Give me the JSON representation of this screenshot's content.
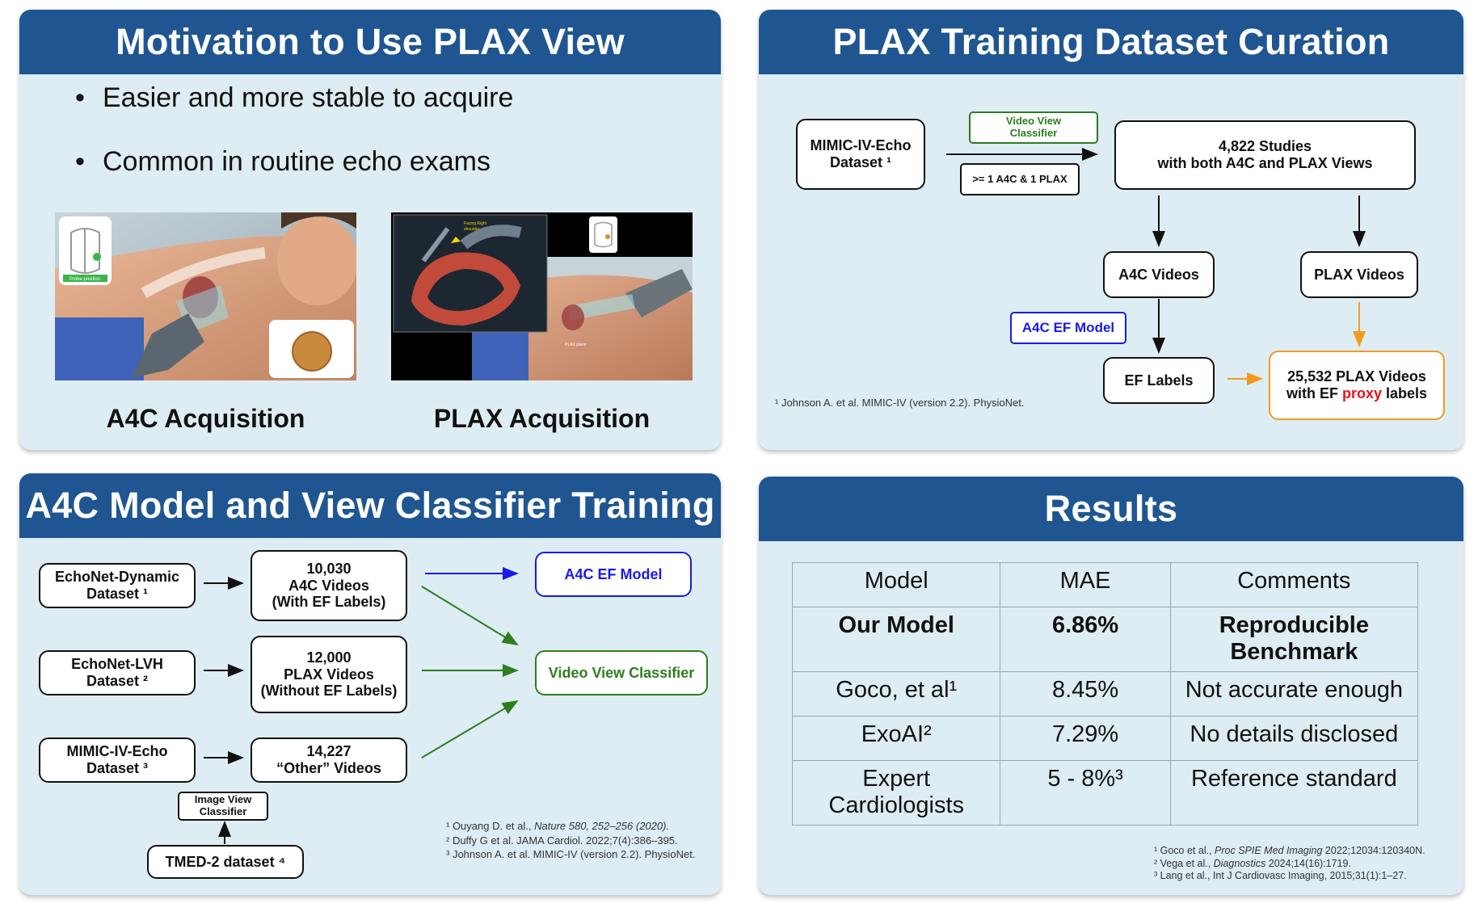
{
  "panel1": {
    "title": "Motivation to Use PLAX View",
    "bullets": [
      "Easier and more stable to acquire",
      "Common in routine echo exams"
    ],
    "captions": [
      "A4C Acquisition",
      "PLAX Acquisition"
    ],
    "image_labels": {
      "probe_position": "Probe position",
      "facing_shoulder_1": "Facing Right",
      "facing_shoulder_2": "shoulder",
      "plax_plane": "PLAX plane"
    }
  },
  "panel2": {
    "title": "PLAX Training Dataset Curation",
    "mimic_box": [
      "MIMIC-IV-Echo",
      "Dataset ¹"
    ],
    "classifier_tag": [
      "Video View",
      "Classifier"
    ],
    "criteria_tag": ">= 1 A4C & 1 PLAX",
    "studies_box": [
      "4,822 Studies",
      "with both A4C and PLAX Views"
    ],
    "a4c_videos": "A4C Videos",
    "plax_videos": "PLAX Videos",
    "a4c_ef_model": "A4C EF Model",
    "ef_labels": "EF Labels",
    "result_box": {
      "line1": "25,532 PLAX Videos",
      "line2_pre": "with EF ",
      "line2_red": "proxy",
      "line2_post": " labels"
    },
    "footnote": "¹ Johnson A. et al. MIMIC-IV (version 2.2). PhysioNet.",
    "colors": {
      "green": "#2e7d1e",
      "blue": "#1a1ae6",
      "orange": "#f39a1e",
      "red": "#e8121b"
    }
  },
  "panel3": {
    "title": "A4C Model and View Classifier Training",
    "sources": [
      [
        "EchoNet-Dynamic",
        "Dataset ¹"
      ],
      [
        "EchoNet-LVH",
        "Dataset ²"
      ],
      [
        "MIMIC-IV-Echo",
        "Dataset ³"
      ]
    ],
    "videos": [
      [
        "10,030",
        "A4C Videos",
        "(With EF Labels)"
      ],
      [
        "12,000",
        "PLAX Videos",
        "(Without EF Labels)"
      ],
      [
        "14,227",
        "“Other” Videos"
      ]
    ],
    "a4c_ef_model": "A4C EF Model",
    "view_classifier": "Video View Classifier",
    "image_classifier": [
      "Image View",
      "Classifier"
    ],
    "tmed": "TMED-2 dataset ⁴",
    "footnotes": [
      {
        "pre": "¹ Ouyang D. et al., ",
        "italic": "Nature 580, 252–256 (2020).",
        "post": ""
      },
      {
        "pre": "² Duffy G et al. JAMA Cardiol. 2022;7(4):386–395.",
        "italic": "",
        "post": ""
      },
      {
        "pre": "³ Johnson A. et al. MIMIC-IV (version 2.2). PhysioNet.",
        "italic": "",
        "post": ""
      }
    ]
  },
  "panel4": {
    "title": "Results",
    "headers": [
      "Model",
      "MAE",
      "Comments"
    ],
    "rows": [
      {
        "model": "Our Model",
        "mae": "6.86%",
        "comments": "Reproducible Benchmark",
        "bold": true
      },
      {
        "model": "Goco, et al¹",
        "mae": "8.45%",
        "comments": "Not accurate enough",
        "bold": false
      },
      {
        "model": "ExoAI²",
        "mae": "7.29%",
        "comments": "No details disclosed",
        "bold": false
      },
      {
        "model": "Expert Cardiologists",
        "mae": "5 - 8%³",
        "comments": "Reference standard",
        "bold": false
      }
    ],
    "footnotes": [
      {
        "pre": "¹ Goco et al., ",
        "italic": "Proc SPIE Med Imaging",
        "post": " 2022;12034:120340N."
      },
      {
        "pre": "² Vega et al., ",
        "italic": "Diagnostics",
        "post": " 2024;14(16):1719."
      },
      {
        "pre": "³ Lang et al., Int J Cardiovasc Imaging, 2015;31(1):1–27.",
        "italic": "",
        "post": ""
      }
    ]
  }
}
